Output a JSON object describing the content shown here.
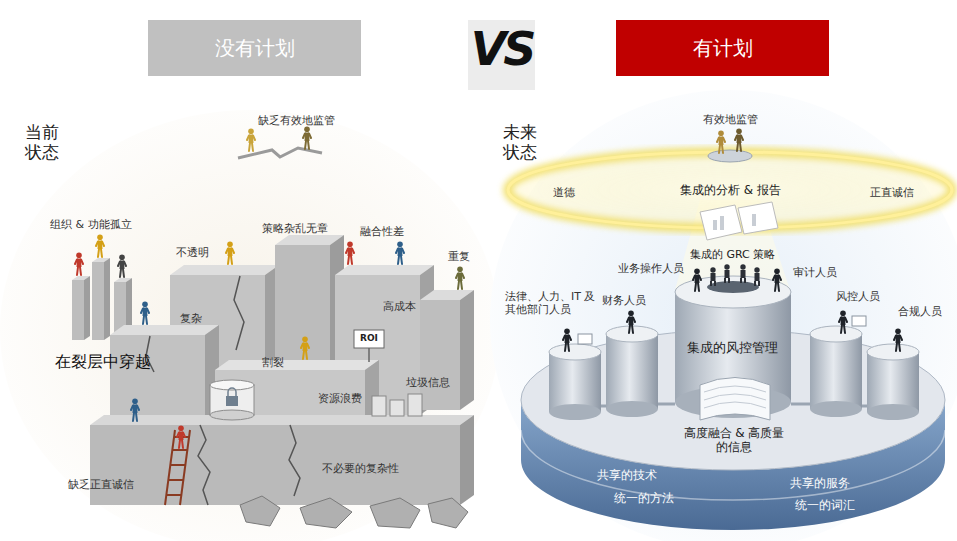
{
  "diagram": {
    "nodes": [
      {
        "text": [
          "没有计划"
        ]
      },
      {
        "text": [
          "有计划"
        ]
      }
    ],
    "labels": [
      "VS",
      "当前 状态",
      "缺乏有效地监管",
      "组织 & 功能孤立",
      "不透明",
      "策略杂乱无章",
      "融合性差",
      "重复",
      "复杂",
      "ROI",
      "高成本",
      "在裂层中穿越",
      "割裂",
      "资源浪费",
      "垃圾信息",
      "缺乏正直诚信",
      "不必要的复杂性",
      "未来 状态",
      "有效地监管",
      "道德",
      "集成的分析 & 报告",
      "正直诚信",
      "集成的 GRC 策略",
      "业务操作人员",
      "审计人员",
      "法律、人力、IT 及其他部门人员",
      "财务人员",
      "风控人员",
      "合规人员",
      "集成的风控管理",
      "高度融合 & 高质量 的信息",
      "共享的技术",
      "共享的服务",
      "统一的方法",
      "统一的词汇"
    ]
  }
}
